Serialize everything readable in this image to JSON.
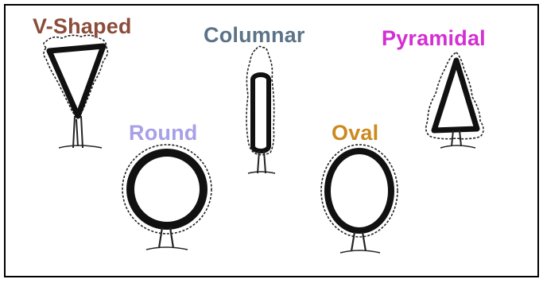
{
  "labels": {
    "v_shaped": "V-Shaped",
    "columnar": "Columnar",
    "pyramidal": "Pyramidal",
    "round": "Round",
    "oval": "Oval"
  },
  "colors": {
    "v_shaped": "#8b4c3a",
    "columnar": "#5c7387",
    "pyramidal": "#d32fd3",
    "round": "#a6a0e6",
    "oval": "#cc8a1e",
    "outline": "#111111",
    "frame": "#000000"
  },
  "icons": [
    "v-shaped-tree-icon",
    "columnar-tree-icon",
    "pyramidal-tree-icon",
    "round-tree-icon",
    "oval-tree-icon"
  ]
}
